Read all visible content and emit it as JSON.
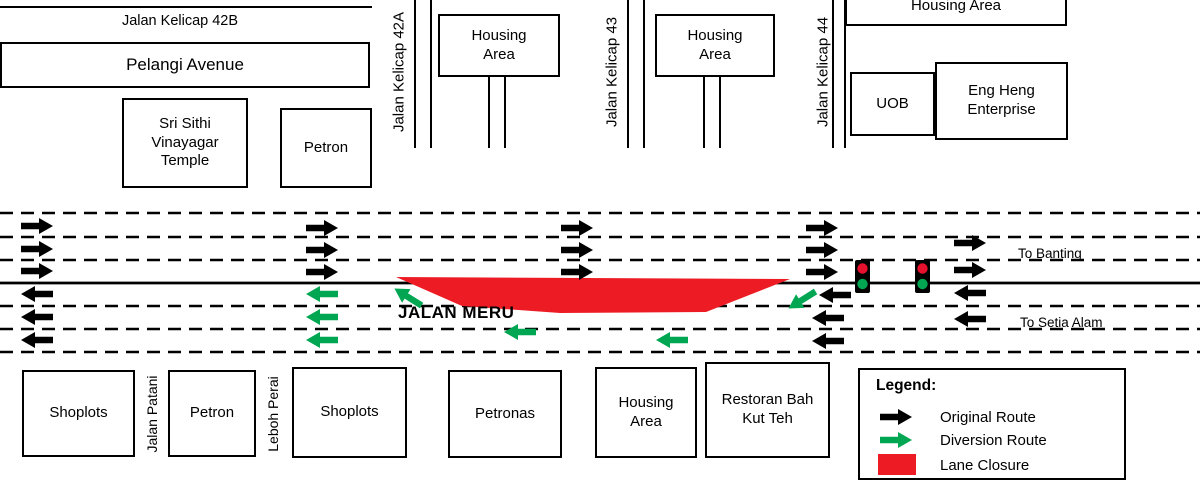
{
  "colors": {
    "original_route": "#000000",
    "diversion_route": "#00a651",
    "lane_closure": "#ed1c24",
    "traffic_light_red": "#e8112d",
    "traffic_light_green": "#00a651"
  },
  "streets": {
    "main_road": "JALAN MERU",
    "to_east": "To Banting",
    "to_west": "To Setia Alam",
    "kelicap_42b": "Jalan Kelicap 42B",
    "kelicap_42a": "Jalan Kelicap 42A",
    "kelicap_43": "Jalan Kelicap 43",
    "kelicap_44": "Jalan Kelicap 44",
    "jalan_patani": "Jalan Patani",
    "leboh_perai": "Leboh Perai"
  },
  "buildings": {
    "pelangi_avenue": "Pelangi Avenue",
    "temple": "Sri Sithi Vinayagar Temple",
    "petron_north": "Petron",
    "housing_area_1": "Housing Area",
    "housing_area_2": "Housing Area",
    "housing_area_3": "Housing Area",
    "uob": "UOB",
    "eng_heng": "Eng Heng Enterprise",
    "shoplots_west": "Shoplots",
    "petron_south": "Petron",
    "shoplots_east": "Shoplots",
    "petronas": "Petronas",
    "housing_area_4": "Housing Area",
    "restoran": "Restoran Bah Kut Teh"
  },
  "legend": {
    "title": "Legend:",
    "original_route": "Original Route",
    "diversion_route": "Diversion Route",
    "lane_closure": "Lane Closure"
  }
}
